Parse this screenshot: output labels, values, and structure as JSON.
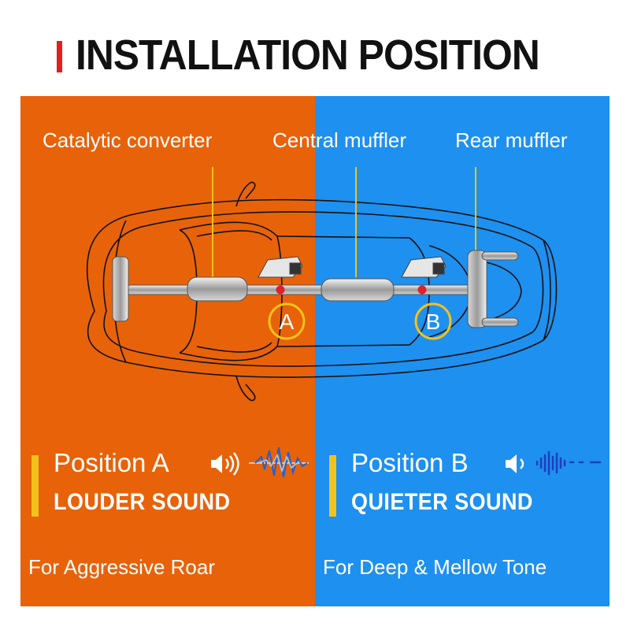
{
  "title": "INSTALLATION POSITION",
  "colors": {
    "title_accent": "#e02020",
    "left_panel": "#e8620a",
    "right_panel": "#1e90ef",
    "yellow_accent": "#f2c21a",
    "marker_dot": "#e0202a"
  },
  "labels": {
    "catalytic": "Catalytic converter",
    "central": "Central muffler",
    "rear": "Rear muffler"
  },
  "markers": {
    "a": "A",
    "b": "B"
  },
  "position_a": {
    "title": "Position A",
    "sound": "LOUDER SOUND",
    "description": "For Aggressive Roar",
    "icons": [
      "speaker-loud-icon",
      "sound-wave-burst-icon"
    ]
  },
  "position_b": {
    "title": "Position B",
    "sound": "QUIETER SOUND",
    "description": "For Deep & Mellow Tone",
    "icons": [
      "speaker-quiet-icon",
      "sound-wave-soft-icon"
    ]
  }
}
